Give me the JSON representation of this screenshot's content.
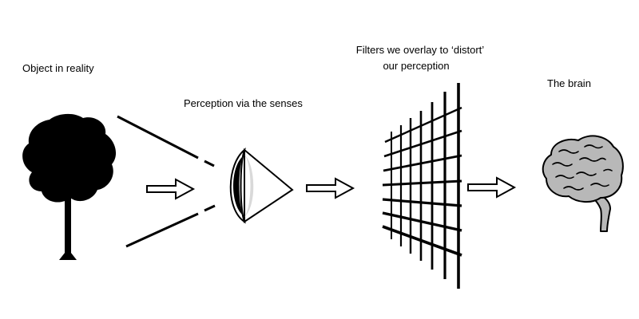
{
  "labels": {
    "object": "Object in reality",
    "senses": "Perception via the senses",
    "filters_line1": "Filters we overlay to ‘distort’",
    "filters_line2": "our perception",
    "brain": "The brain"
  },
  "icons": {
    "object": "tree-icon",
    "senses": "eye-icon",
    "filters": "grid-filter-icon",
    "brain": "brain-icon",
    "arrow": "right-arrow-icon"
  },
  "colors": {
    "ink": "#000000",
    "brain_fill": "#b8b8b8",
    "eye_shade": "#d9d9d9",
    "background": "#ffffff"
  }
}
